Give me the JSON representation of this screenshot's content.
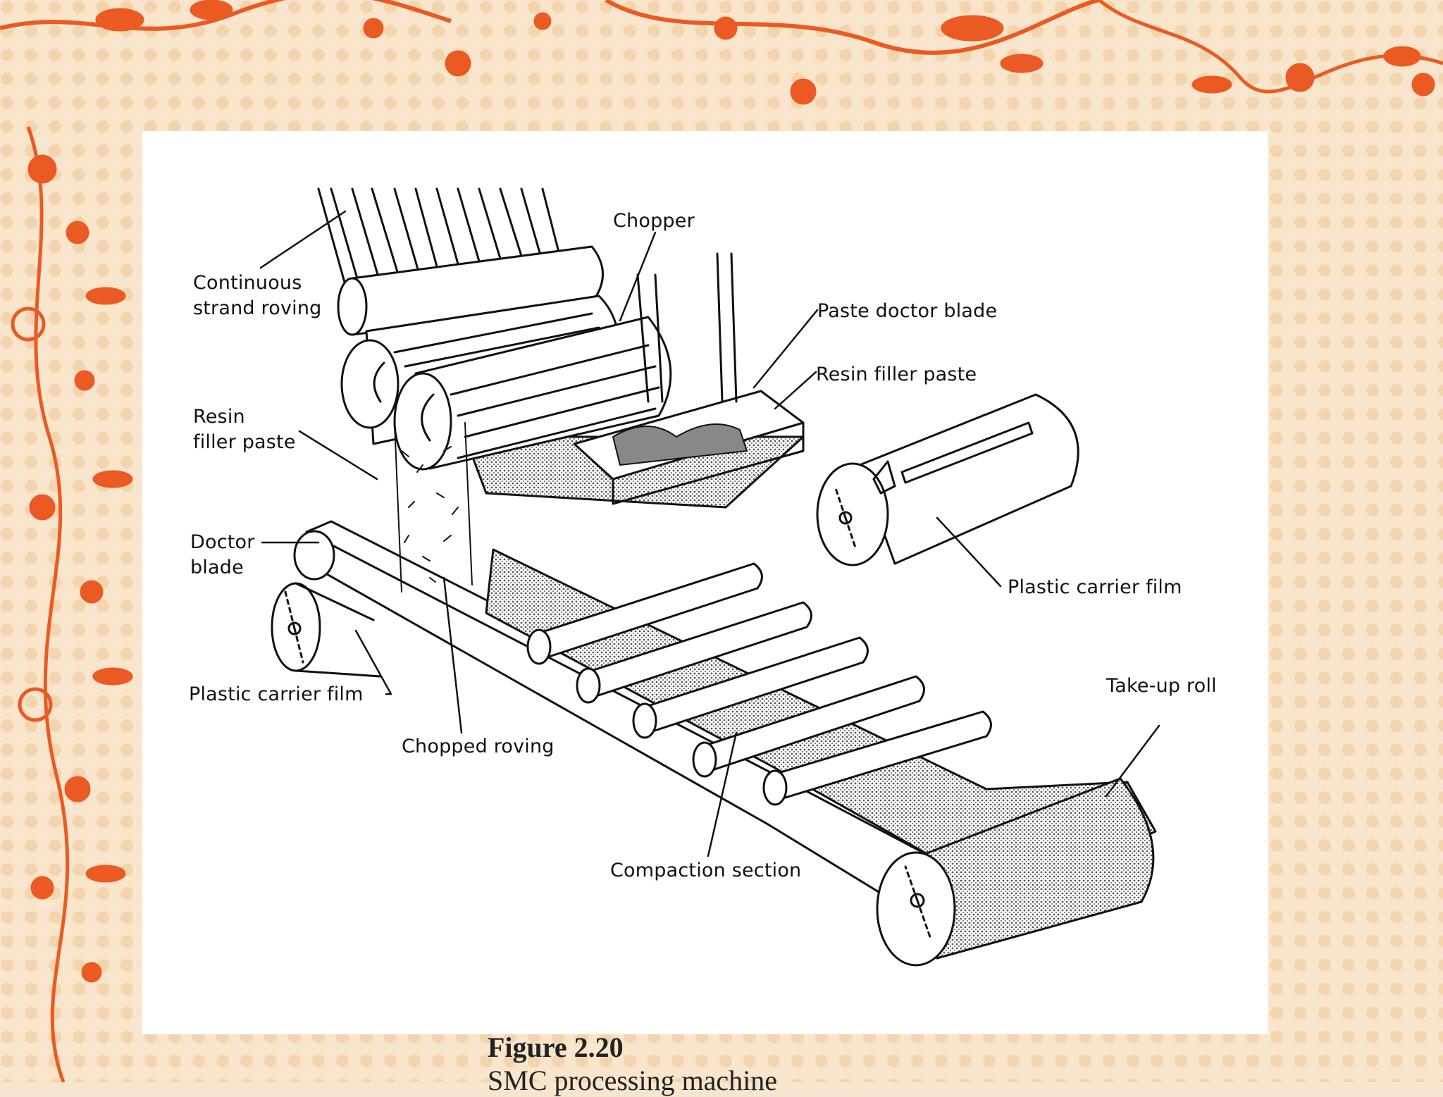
{
  "labels": {
    "continuous_strand_roving": "Continuous\nstrand roving",
    "chopper": "Chopper",
    "paste_doctor_blade": "Paste doctor blade",
    "resin_filler_paste_right": "Resin filler paste",
    "resin_filler_paste_left": "Resin\nfiller paste",
    "doctor_blade": "Doctor\nblade",
    "plastic_carrier_film_right": "Plastic carrier film",
    "plastic_carrier_film_left": "Plastic carrier film",
    "chopped_roving": "Chopped roving",
    "take_up_roll": "Take-up roll",
    "compaction_section": "Compaction section"
  },
  "caption": {
    "figure_number": "Figure 2.20",
    "title": "SMC processing machine"
  },
  "colors": {
    "floral_accent": "#ea5a22",
    "background": "#f7e6cf",
    "panel": "#ffffff",
    "line": "#111111",
    "stipple": "#8a8a8a"
  }
}
